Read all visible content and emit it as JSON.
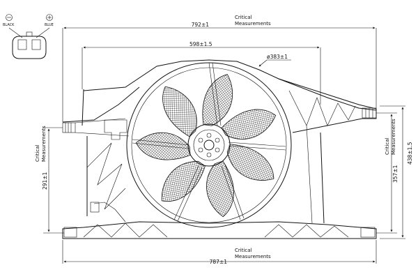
{
  "connector": {
    "minus_symbol": "⊖",
    "plus_symbol": "⊕",
    "black_label": "BLACK",
    "blue_label": "BLUE"
  },
  "dimensions": {
    "top_overall": {
      "value": "792±1",
      "note_line1": "Critical",
      "note_line2": "Measurements"
    },
    "top_inner": {
      "value": "598±1.5"
    },
    "fan_diameter": {
      "value": "ø383±1"
    },
    "left_height": {
      "value": "291±1",
      "note_line1": "Critical",
      "note_line2": "Measurements"
    },
    "right_inner": {
      "value": "357±1",
      "note_line1": "Critical",
      "note_line2": "Measurements"
    },
    "right_outer": {
      "value": "438±1.5"
    },
    "bottom_overall": {
      "value": "787±1",
      "note_line1": "Critical",
      "note_line2": "Measurements"
    }
  },
  "fan": {
    "blade_count": 7
  },
  "colors": {
    "line": "#111111",
    "background": "#ffffff"
  }
}
